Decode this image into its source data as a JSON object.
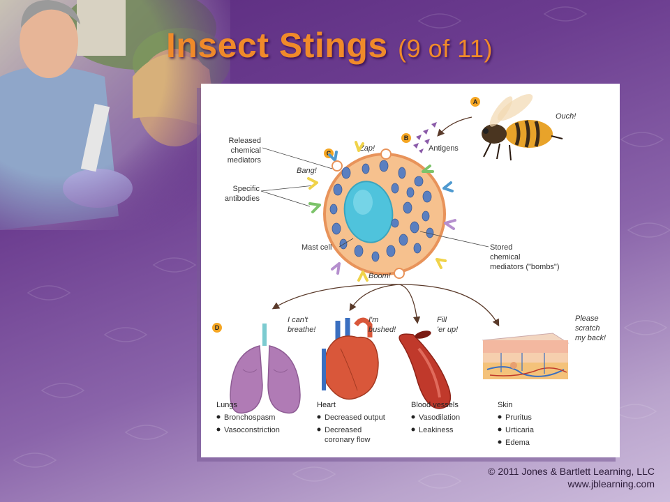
{
  "slide": {
    "title_main": "Insect Stings",
    "title_sub": "(9 of 11)",
    "copyright_line1": "© 2011 Jones & Bartlett Learning, LLC",
    "copyright_line2": "www.jblearning.com"
  },
  "diagram": {
    "steps": {
      "a": "A",
      "b": "B",
      "c": "C",
      "d": "D"
    },
    "bee_exclaim": "Ouch!",
    "antigens_label": "Antigens",
    "released_label": [
      "Released",
      "chemical",
      "mediators"
    ],
    "specific_label": [
      "Specific",
      "antibodies"
    ],
    "mast_cell_label": "Mast cell",
    "stored_label": [
      "Stored",
      "chemical",
      "mediators (\"bombs\")"
    ],
    "zap": "Zap!",
    "bang": "Bang!",
    "boom": "Boom!",
    "organs": [
      {
        "name": "Lungs",
        "quote": [
          "I can't",
          "breathe!"
        ],
        "effects": [
          "Bronchospasm",
          "Vasoconstriction"
        ]
      },
      {
        "name": "Heart",
        "quote": [
          "I'm",
          "bushed!"
        ],
        "effects": [
          "Decreased output",
          "Decreased",
          "coronary flow"
        ]
      },
      {
        "name": "Blood vessels",
        "quote": [
          "Fill",
          "'er up!"
        ],
        "effects": [
          "Vasodilation",
          "Leakiness"
        ]
      },
      {
        "name": "Skin",
        "quote": [
          "Please",
          "scratch",
          "my back!"
        ],
        "effects": [
          "Pruritus",
          "Urticaria",
          "Edema"
        ]
      }
    ],
    "colors": {
      "cell_fill": "#f6c18e",
      "cell_border": "#e8935a",
      "nucleus": "#4fc3dc",
      "granule": "#5a7fc0",
      "lung": "#b07bb5",
      "heart": "#d9573a",
      "vessel": "#c0392b",
      "badge": "#f5a623"
    }
  }
}
